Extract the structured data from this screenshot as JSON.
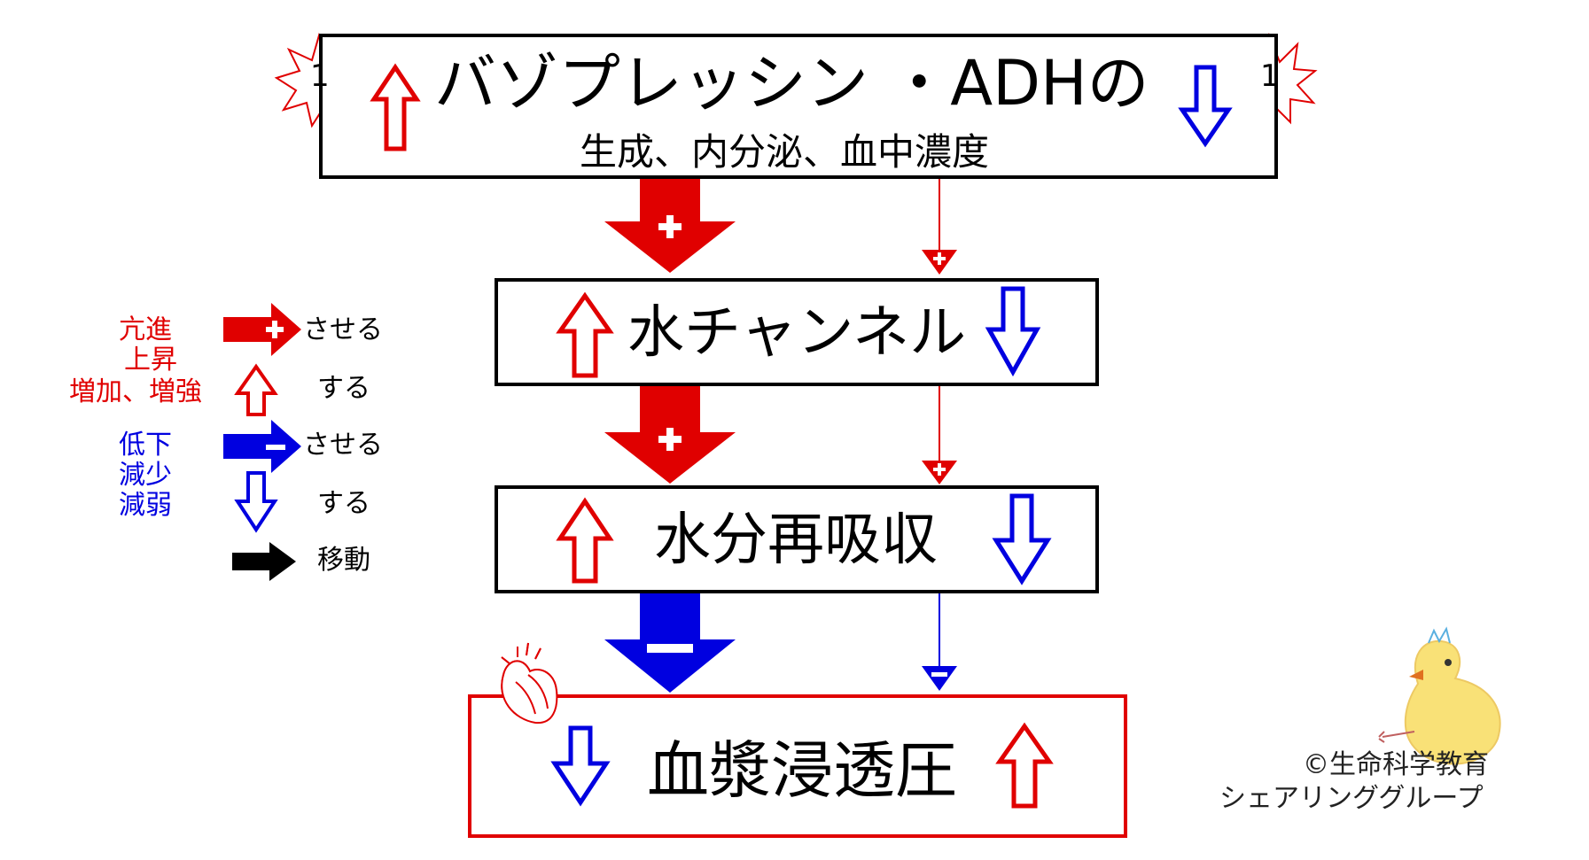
{
  "title_box": {
    "main": "バゾプレッシン ・ADHの",
    "sub": "生成、内分泌、血中濃度",
    "badge_left": "1",
    "badge_right": "1"
  },
  "boxes": {
    "water_channel": "水チャンネル",
    "reabsorption": "水分再吸収",
    "osmotic": "血漿浸透圧"
  },
  "legend": {
    "red_labels": [
      "亢進",
      "上昇",
      "増加、増強"
    ],
    "blue_labels": [
      "低下",
      "減少",
      "減弱"
    ],
    "cause_text_red": "させる",
    "do_text_red": "する",
    "cause_text_blue": "させる",
    "do_text_blue": "する",
    "move_text": "移動"
  },
  "credit": {
    "line1": "©生命科学教育",
    "line2": "シェアリンググループ"
  },
  "colors": {
    "red": "#e00000",
    "blue": "#0000e0",
    "black": "#000000"
  }
}
